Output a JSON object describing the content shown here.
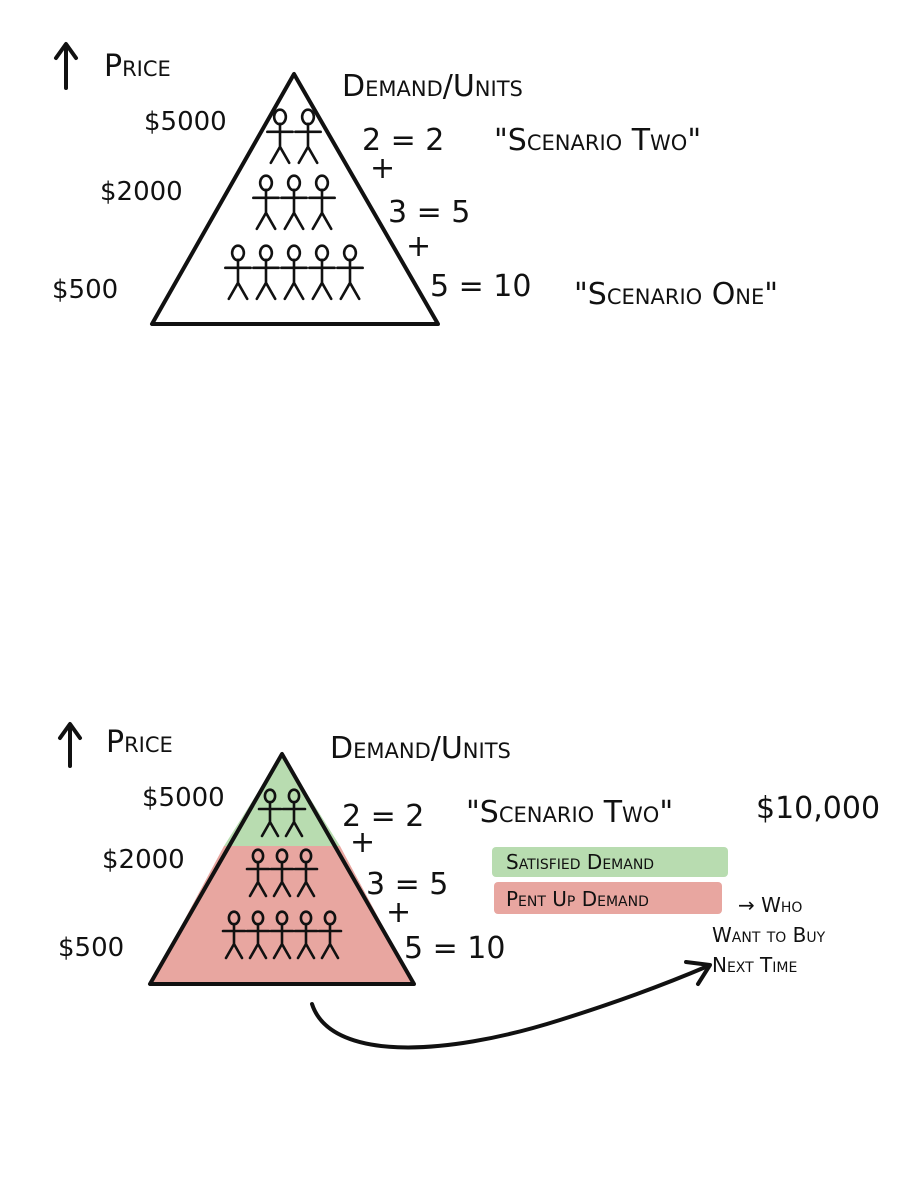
{
  "diagram_top": {
    "axis_label": "Price",
    "demand_label": "Demand/Units",
    "prices": [
      "$5000",
      "$2000",
      "$500"
    ],
    "people_per_tier": [
      2,
      3,
      5
    ],
    "plus_sign": "+",
    "equations": [
      "2 = 2",
      "3 = 5",
      "5 = 10"
    ],
    "scenario_two": "\"Scenario Two\"",
    "scenario_one": "\"Scenario One\""
  },
  "diagram_bottom": {
    "axis_label": "Price",
    "demand_label": "Demand/Units",
    "prices": [
      "$5000",
      "$2000",
      "$500"
    ],
    "people_per_tier": [
      2,
      3,
      5
    ],
    "plus_sign": "+",
    "equations": [
      "2 = 2",
      "3 = 5",
      "5 = 10"
    ],
    "scenario_two": "\"Scenario Two\"",
    "revenue": "$10,000",
    "satisfied_label": "Satisfied Demand",
    "pent_up_label": "Pent Up Demand",
    "note_lines": [
      "→ Who",
      "Want to Buy",
      "Next Time"
    ],
    "colors": {
      "satisfied": "#b8dcb0",
      "pent_up": "#e8a6a0",
      "ink": "#111111"
    }
  }
}
